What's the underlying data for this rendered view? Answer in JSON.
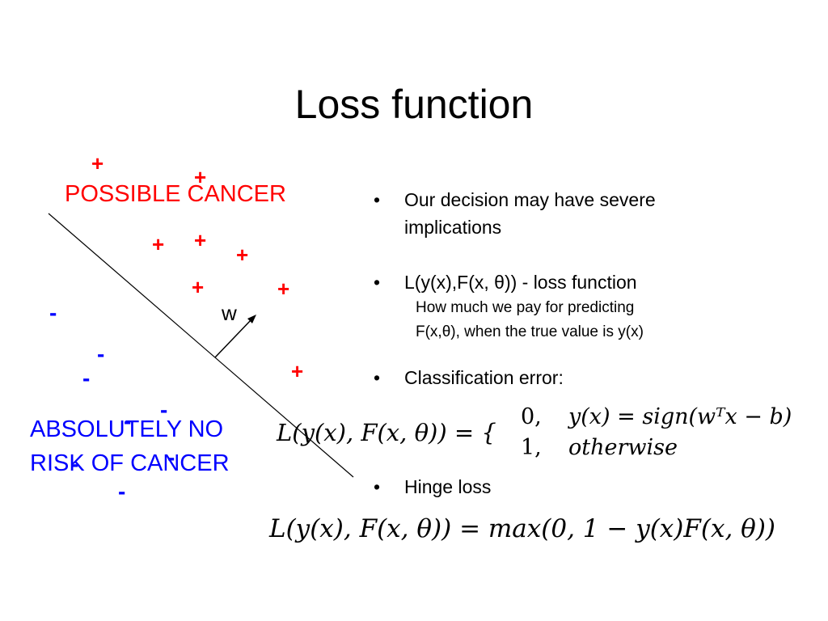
{
  "title": "Loss function",
  "diagram": {
    "possible_label": "POSSIBLE CANCER",
    "no_risk_label_line1": "ABSOLUTELY NO",
    "no_risk_label_line2": "RISK OF CANCER",
    "w_label": "w",
    "plus_symbol": "+",
    "minus_symbol": "-",
    "positive_color": "#ff0000",
    "negative_color": "#0000ff"
  },
  "bullets": {
    "b1_line1": "Our decision may have severe",
    "b1_line2": "implications",
    "b2_main": "L(y(x),F(x, θ)) - loss function",
    "b2_sub1": "How much we pay for predicting",
    "b2_sub2": "F(x,θ), when the true value is y(x)",
    "b3": "Classification error:",
    "b4": "Hinge loss",
    "bullet_char": "•"
  },
  "equations": {
    "eq1_lhs": "L(y(x), F(x, θ)) = {",
    "case1_value": "0,",
    "case1_cond": "y(x) = sign(wᵀx − b)",
    "case2_value": "1,",
    "case2_cond": "otherwise",
    "eq2": "L(y(x), F(x, θ)) = max(0, 1 − y(x)F(x, θ))"
  }
}
